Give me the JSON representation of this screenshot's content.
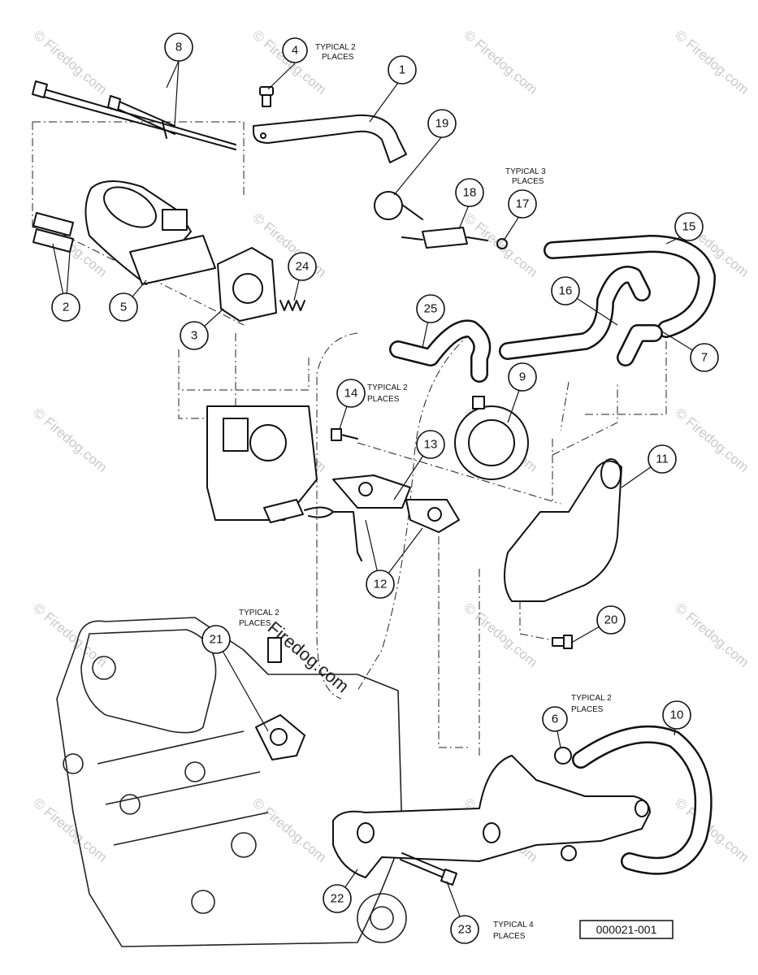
{
  "watermark": "© Firedog.com",
  "watermark_center": "Firedog.com",
  "figure_code": "000021-001",
  "notes": {
    "n4": [
      "TYPICAL 2",
      "PLACES"
    ],
    "n17": [
      "TYPICAL 3",
      "PLACES"
    ],
    "n14": [
      "TYPICAL 2",
      "PLACES"
    ],
    "n21": [
      "TYPICAL 2",
      "PLACES"
    ],
    "n6": [
      "TYPICAL 2",
      "PLACES"
    ],
    "n23": [
      "TYPICAL 4",
      "PLACES"
    ]
  },
  "callouts": [
    "1",
    "2",
    "3",
    "4",
    "5",
    "6",
    "7",
    "8",
    "9",
    "10",
    "11",
    "12",
    "13",
    "14",
    "15",
    "16",
    "17",
    "18",
    "19",
    "20",
    "21",
    "22",
    "23",
    "24",
    "25"
  ]
}
